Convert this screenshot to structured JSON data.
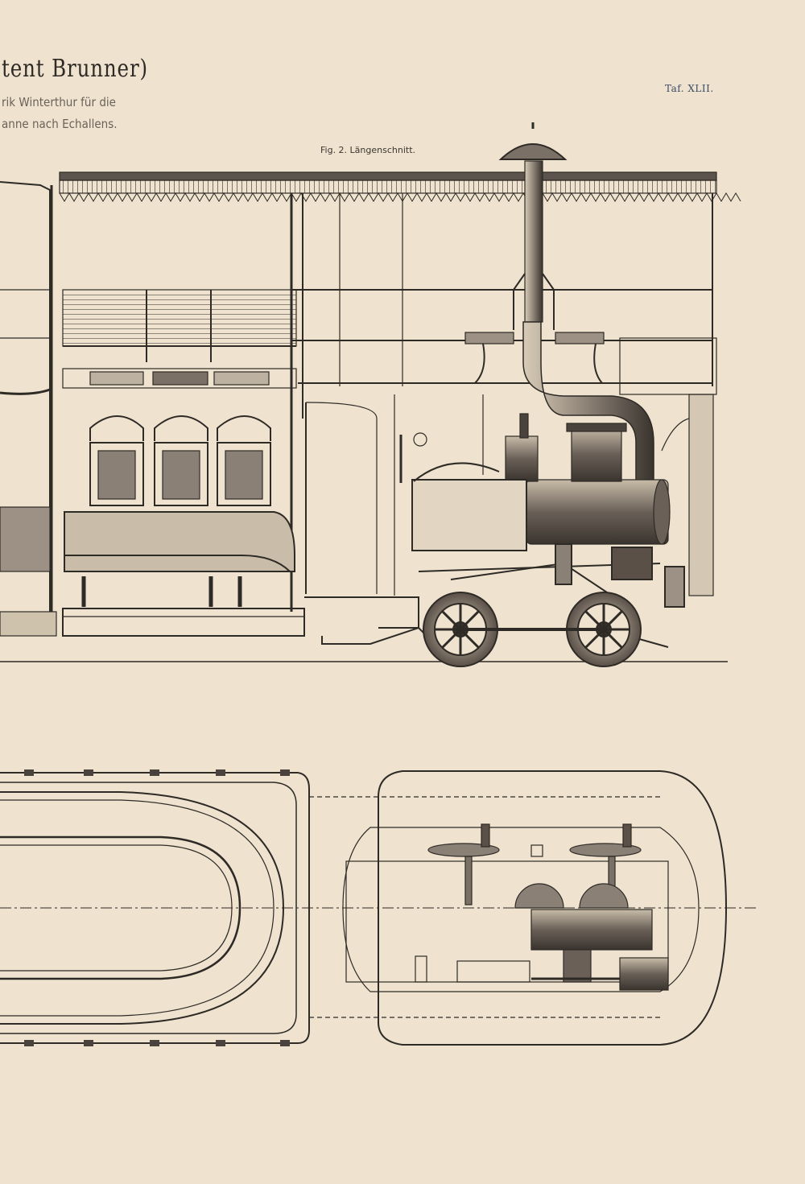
{
  "header": {
    "title": "tent Brunner)",
    "subtitle_line1": "rik Winterthur für die",
    "subtitle_line2": "anne nach Echallens.",
    "plate_number": "Taf. XLII."
  },
  "figures": {
    "fig2_label": "Fig. 2. Längenschnitt."
  },
  "colors": {
    "paper": "#efe3cf",
    "ink": "#2e2a26",
    "faint_ink": "#6a625a"
  }
}
